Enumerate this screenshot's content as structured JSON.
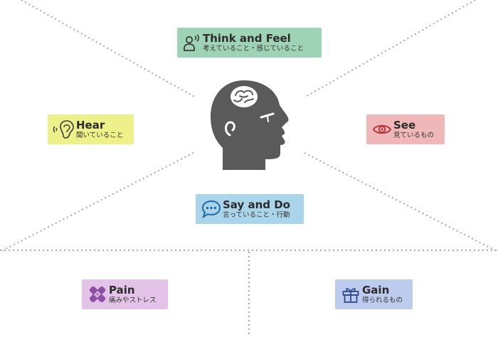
{
  "colors": {
    "think": "#9fd3b6",
    "hear": "#eef08a",
    "see": "#f0b7b8",
    "say": "#a9d4ea",
    "pain": "#e3c4e8",
    "gain": "#bccbee",
    "head": "#5a5a5a",
    "divider": "#a8a8a8"
  },
  "sections": {
    "think": {
      "title": "Think and Feel",
      "subtitle": "考えていること・感じていること",
      "icon": "person-thinking-icon"
    },
    "hear": {
      "title": "Hear",
      "subtitle": "聞いていること",
      "icon": "ear-icon"
    },
    "see": {
      "title": "See",
      "subtitle": "見ているもの",
      "icon": "eye-icon"
    },
    "say": {
      "title": "Say and Do",
      "subtitle": "言っていること・行動",
      "icon": "speech-bubble-icon"
    },
    "pain": {
      "title": "Pain",
      "subtitle": "痛みやストレス",
      "icon": "bandage-icon"
    },
    "gain": {
      "title": "Gain",
      "subtitle": "得られるもの",
      "icon": "gift-icon"
    }
  },
  "center": {
    "icon": "head-brain-icon"
  }
}
